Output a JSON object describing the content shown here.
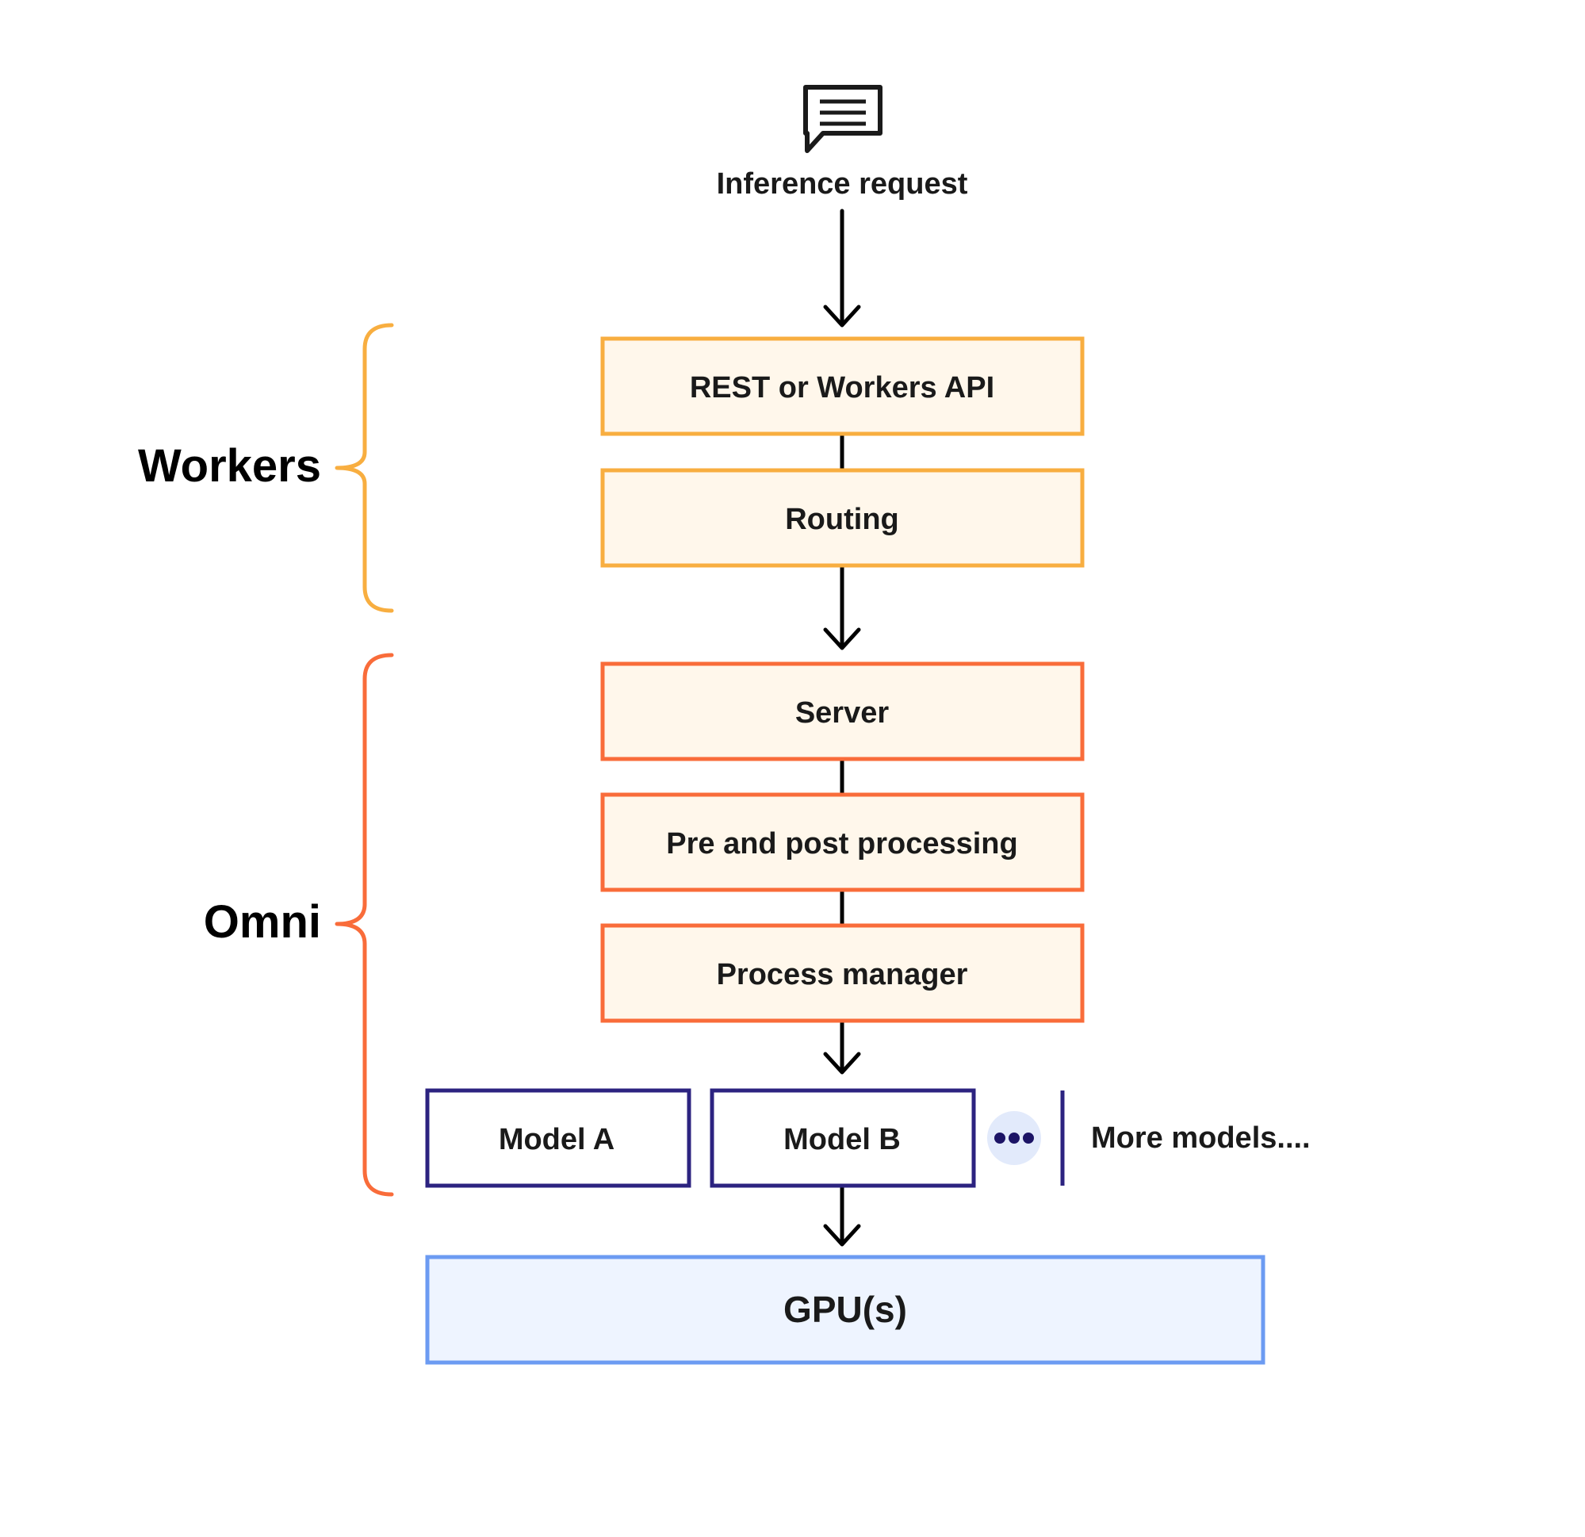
{
  "request": {
    "label": "Inference request",
    "icon": "chat-bubble-icon"
  },
  "groups": {
    "workers": {
      "label": "Workers",
      "color": "#F8AE40"
    },
    "omni": {
      "label": "Omni",
      "color": "#F96C3A"
    }
  },
  "boxes": {
    "rest_api": "REST or Workers API",
    "routing": "Routing",
    "server": "Server",
    "processing": "Pre and post processing",
    "process_manager": "Process manager",
    "model_a": "Model A",
    "model_b": "Model B",
    "more_models": "More models....",
    "gpu": "GPU(s)"
  },
  "colors": {
    "workers_fill": "#FFF7EB",
    "omni_fill": "#FFF7EB",
    "model_border": "#2C2380",
    "gpu_border": "#6C9BF2",
    "gpu_fill": "#EEF4FF",
    "ellipsis_bg": "#E2EAFB",
    "ellipsis_dots": "#1C1466"
  }
}
